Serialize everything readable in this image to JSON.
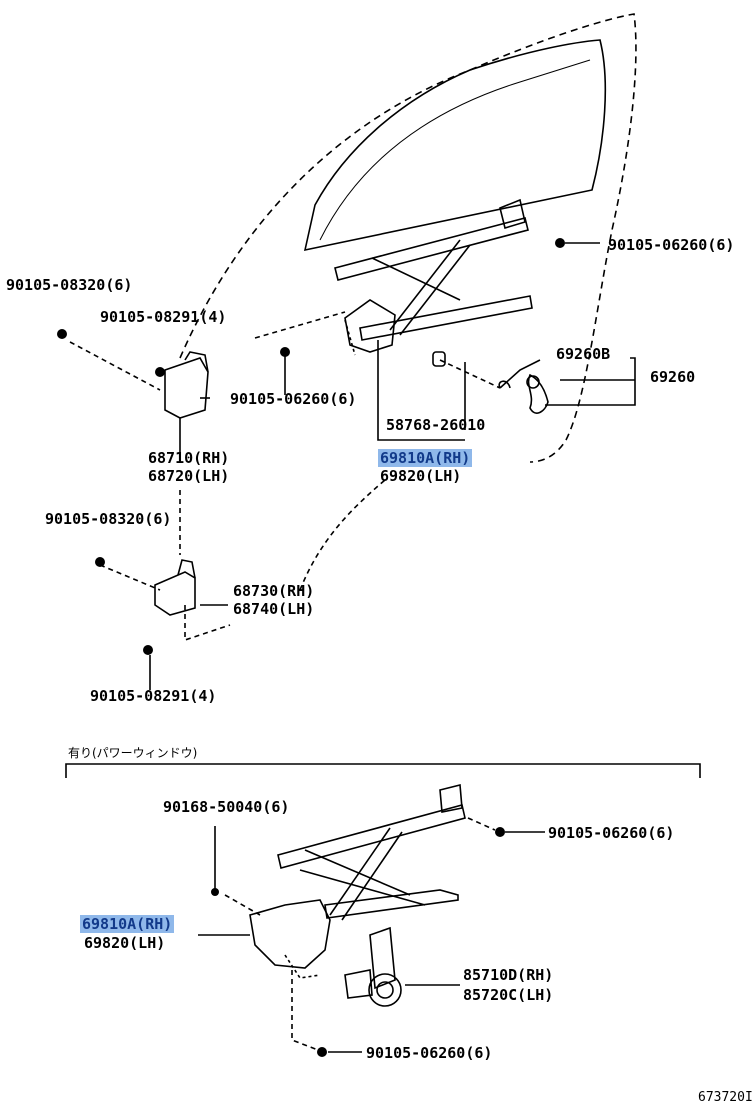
{
  "labels": {
    "p1": "90105-06260(6)",
    "p2": "90105-08320(6)",
    "p3": "90105-08291(4)",
    "p4": "90105-06260(6)",
    "p5": "69260B",
    "p6": "69260",
    "p7": "58768-26010",
    "p8a": "69810A(RH)",
    "p8b": "69820(LH)",
    "p9a": "68710(RH)",
    "p9b": "68720(LH)",
    "p10": "90105-08320(6)",
    "p11a": "68730(RH)",
    "p11b": "68740(LH)",
    "p12": "90105-08291(4)",
    "p13": "90168-50040(6)",
    "p14": "90105-06260(6)",
    "p15a": "69810A(RH)",
    "p15b": "69820(LH)",
    "p16a": "85710D(RH)",
    "p16b": "85720C(LH)",
    "p17": "90105-06260(6)"
  },
  "section_caption": "有り(パワーウィンドウ)",
  "figure_id": "673720I",
  "colors": {
    "highlight": "#8fb8ea",
    "highlight_text": "#123a8a"
  }
}
